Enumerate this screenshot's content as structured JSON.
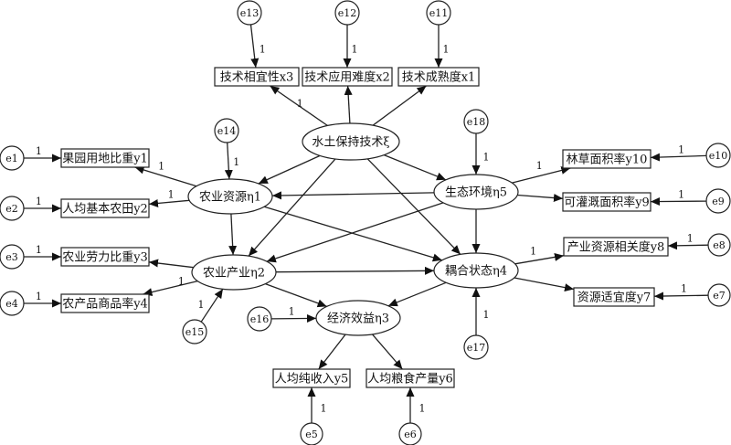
{
  "nodes": [
    {
      "id": "x3",
      "shape": "rect",
      "label": "技术相宜性x3"
    },
    {
      "id": "x2",
      "shape": "rect",
      "label": "技术应用难度x2"
    },
    {
      "id": "x1",
      "shape": "rect",
      "label": "技术成熟度x1"
    },
    {
      "id": "y1",
      "shape": "rect",
      "label": "果园用地比重y1"
    },
    {
      "id": "y2",
      "shape": "rect",
      "label": "人均基本农田y2"
    },
    {
      "id": "y3",
      "shape": "rect",
      "label": "农业劳力比重y3"
    },
    {
      "id": "y4",
      "shape": "rect",
      "label": "农产品商品率y4"
    },
    {
      "id": "y5",
      "shape": "rect",
      "label": "人均纯收入y5"
    },
    {
      "id": "y6",
      "shape": "rect",
      "label": "人均粮食产量y6"
    },
    {
      "id": "y7",
      "shape": "rect",
      "label": "资源适宜度y7"
    },
    {
      "id": "y8",
      "shape": "rect",
      "label": "产业资源相关度y8"
    },
    {
      "id": "y9",
      "shape": "rect",
      "label": "可灌溉面积率y9"
    },
    {
      "id": "y10",
      "shape": "rect",
      "label": "林草面积率y10"
    },
    {
      "id": "xi",
      "shape": "ellipse",
      "label": "水土保持技术ξ"
    },
    {
      "id": "n1",
      "shape": "ellipse",
      "label": "农业资源η1"
    },
    {
      "id": "n2",
      "shape": "ellipse",
      "label": "农业产业η2"
    },
    {
      "id": "n3",
      "shape": "ellipse",
      "label": "经济效益η3"
    },
    {
      "id": "n4",
      "shape": "ellipse",
      "label": "耦合状态η4"
    },
    {
      "id": "n5",
      "shape": "ellipse",
      "label": "生态环境η5"
    },
    {
      "id": "e1",
      "shape": "circle",
      "label": "e1"
    },
    {
      "id": "e2",
      "shape": "circle",
      "label": "e2"
    },
    {
      "id": "e3",
      "shape": "circle",
      "label": "e3"
    },
    {
      "id": "e4",
      "shape": "circle",
      "label": "e4"
    },
    {
      "id": "e5",
      "shape": "circle",
      "label": "e5"
    },
    {
      "id": "e6",
      "shape": "circle",
      "label": "e6"
    },
    {
      "id": "e7",
      "shape": "circle",
      "label": "e7"
    },
    {
      "id": "e8",
      "shape": "circle",
      "label": "e8"
    },
    {
      "id": "e9",
      "shape": "circle",
      "label": "e9"
    },
    {
      "id": "e10",
      "shape": "circle",
      "label": "e10"
    },
    {
      "id": "e11",
      "shape": "circle",
      "label": "e11"
    },
    {
      "id": "e12",
      "shape": "circle",
      "label": "e12"
    },
    {
      "id": "e13",
      "shape": "circle",
      "label": "e13"
    },
    {
      "id": "e14",
      "shape": "circle",
      "label": "e14"
    },
    {
      "id": "e15",
      "shape": "circle",
      "label": "e15"
    },
    {
      "id": "e16",
      "shape": "circle",
      "label": "e16"
    },
    {
      "id": "e17",
      "shape": "circle",
      "label": "e17"
    },
    {
      "id": "e18",
      "shape": "circle",
      "label": "e18"
    }
  ],
  "edges": [
    {
      "from": "xi",
      "to": "x3",
      "label": "1"
    },
    {
      "from": "xi",
      "to": "x2",
      "label": ""
    },
    {
      "from": "xi",
      "to": "x1",
      "label": ""
    },
    {
      "from": "xi",
      "to": "n1",
      "label": ""
    },
    {
      "from": "xi",
      "to": "n2",
      "label": ""
    },
    {
      "from": "xi",
      "to": "n4",
      "label": ""
    },
    {
      "from": "xi",
      "to": "n5",
      "label": ""
    },
    {
      "from": "n1",
      "to": "y1",
      "label": "1"
    },
    {
      "from": "n1",
      "to": "y2",
      "label": "1"
    },
    {
      "from": "n1",
      "to": "n2",
      "label": ""
    },
    {
      "from": "n1",
      "to": "n4",
      "label": ""
    },
    {
      "from": "n2",
      "to": "y3",
      "label": ""
    },
    {
      "from": "n2",
      "to": "y4",
      "label": "1"
    },
    {
      "from": "n2",
      "to": "n3",
      "label": ""
    },
    {
      "from": "n2",
      "to": "n4",
      "label": ""
    },
    {
      "from": "n5",
      "to": "n1",
      "label": ""
    },
    {
      "from": "n5",
      "to": "n2",
      "label": ""
    },
    {
      "from": "n5",
      "to": "n4",
      "label": ""
    },
    {
      "from": "n5",
      "to": "y10",
      "label": "1"
    },
    {
      "from": "n5",
      "to": "y9",
      "label": ""
    },
    {
      "from": "n4",
      "to": "y8",
      "label": "1"
    },
    {
      "from": "n4",
      "to": "y7",
      "label": ""
    },
    {
      "from": "n4",
      "to": "n3",
      "label": ""
    },
    {
      "from": "n3",
      "to": "y5",
      "label": ""
    },
    {
      "from": "n3",
      "to": "y6",
      "label": ""
    },
    {
      "from": "e1",
      "to": "y1",
      "label": "1"
    },
    {
      "from": "e2",
      "to": "y2",
      "label": "1"
    },
    {
      "from": "e3",
      "to": "y3",
      "label": "1"
    },
    {
      "from": "e4",
      "to": "y4",
      "label": "1"
    },
    {
      "from": "e5",
      "to": "y5",
      "label": "1"
    },
    {
      "from": "e6",
      "to": "y6",
      "label": "1"
    },
    {
      "from": "e7",
      "to": "y7",
      "label": "1"
    },
    {
      "from": "e8",
      "to": "y8",
      "label": "1"
    },
    {
      "from": "e9",
      "to": "y9",
      "label": "1"
    },
    {
      "from": "e10",
      "to": "y10",
      "label": "1"
    },
    {
      "from": "e11",
      "to": "x1",
      "label": "1"
    },
    {
      "from": "e12",
      "to": "x2",
      "label": "1"
    },
    {
      "from": "e13",
      "to": "x3",
      "label": "1"
    },
    {
      "from": "e14",
      "to": "n1",
      "label": "1"
    },
    {
      "from": "e15",
      "to": "n2",
      "label": "1"
    },
    {
      "from": "e16",
      "to": "n3",
      "label": "1"
    },
    {
      "from": "e17",
      "to": "n4",
      "label": "1"
    },
    {
      "from": "e18",
      "to": "n5",
      "label": "1"
    }
  ]
}
